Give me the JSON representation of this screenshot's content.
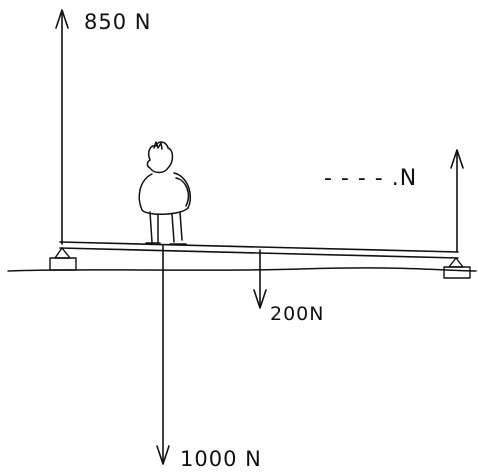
{
  "labels": {
    "support_force_left": "850 N",
    "support_force_right": "- - - - .N",
    "plank_weight": "200N",
    "person_weight": "1000 N"
  },
  "colors": {
    "ink": "#111111",
    "background": "#ffffff"
  }
}
